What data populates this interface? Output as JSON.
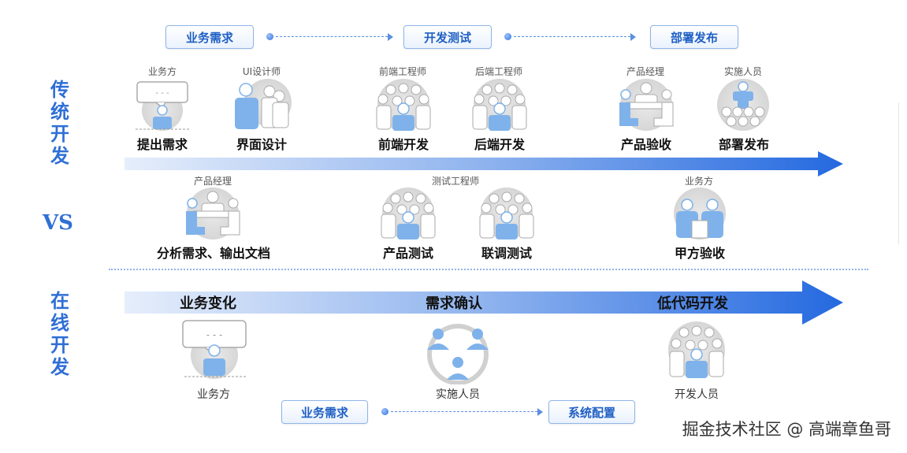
{
  "top_flow": {
    "stage1": "业务需求",
    "stage2": "开发测试",
    "stage3": "部署发布"
  },
  "traditional": {
    "label_chars": [
      "传",
      "统",
      "开",
      "发"
    ],
    "row1": [
      {
        "role": "业务方",
        "task": "提出需求",
        "icon": "speech-bubble-person-icon"
      },
      {
        "role": "UI设计师",
        "task": "界面设计",
        "icon": "group-person-icon"
      },
      {
        "role": "前端工程师",
        "task": "前端开发",
        "icon": "team-person-icon"
      },
      {
        "role": "后端工程师",
        "task": "后端开发",
        "icon": "team-person-icon"
      },
      {
        "role": "产品经理",
        "task": "产品验收",
        "icon": "meeting-person-icon"
      },
      {
        "role": "实施人员",
        "task": "部署发布",
        "icon": "presenter-audience-icon"
      }
    ],
    "row2": [
      {
        "role": "产品经理",
        "task": "分析需求、输出文档",
        "icon": "meeting-person-icon"
      },
      {
        "role": "测试工程师",
        "task": "产品测试",
        "icon": "team-person-icon"
      },
      {
        "role": "",
        "task": "联调测试",
        "icon": "team-person-icon"
      },
      {
        "role": "业务方",
        "task": "甲方验收",
        "icon": "two-person-icon"
      }
    ]
  },
  "vs_label": "VS",
  "online": {
    "label_chars": [
      "在",
      "线",
      "开",
      "发"
    ],
    "steps": [
      "业务变化",
      "需求确认",
      "低代码开发"
    ],
    "people": [
      {
        "label": "业务方",
        "icon": "speech-bubble-person-icon"
      },
      {
        "label": "实施人员",
        "icon": "three-person-cycle-icon"
      },
      {
        "label": "开发人员",
        "icon": "team-person-icon"
      }
    ],
    "bottom_flow": {
      "stage1": "业务需求",
      "stage2": "系统配置"
    }
  },
  "watermark": "掘金技术社区 @ 高端章鱼哥",
  "colors": {
    "accent": "#2f6fd6",
    "arrow_start": "#e8f0fc",
    "arrow_end": "#2469e0",
    "person": "#7fb2ea",
    "person_outline": "#c9c9c9"
  }
}
